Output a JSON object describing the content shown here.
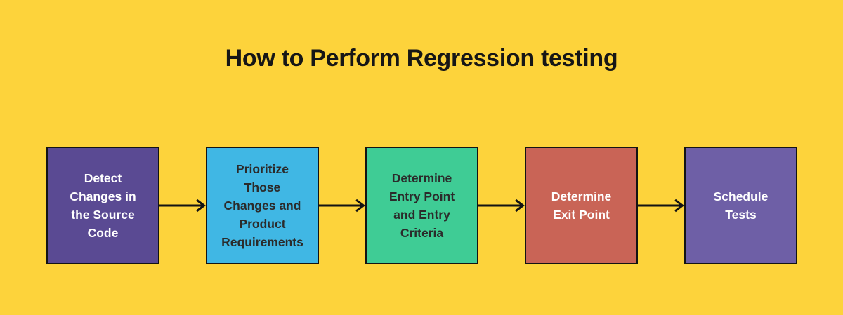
{
  "canvas": {
    "background_color": "#FDD33B"
  },
  "header": {
    "title": "How to Perform Regression testing",
    "text_color": "#161616"
  },
  "flowchart": {
    "arrow_color": "#131313",
    "box_border_color": "#131313",
    "steps": [
      {
        "label": "Detect\nChanges in\nthe Source\nCode",
        "bg_color": "#5A4A93",
        "text_color": "#FFFFFF"
      },
      {
        "label": "Prioritize\nThose\nChanges and\nProduct\nRequirements",
        "bg_color": "#40B7E4",
        "text_color": "#2B2B2B"
      },
      {
        "label": "Determine\nEntry Point\nand Entry\nCriteria",
        "bg_color": "#3FCC95",
        "text_color": "#2B2B2B"
      },
      {
        "label": "Determine\nExit Point",
        "bg_color": "#C96456",
        "text_color": "#FFFFFF"
      },
      {
        "label": "Schedule\nTests",
        "bg_color": "#6E5FA6",
        "text_color": "#FFFFFF"
      }
    ]
  }
}
